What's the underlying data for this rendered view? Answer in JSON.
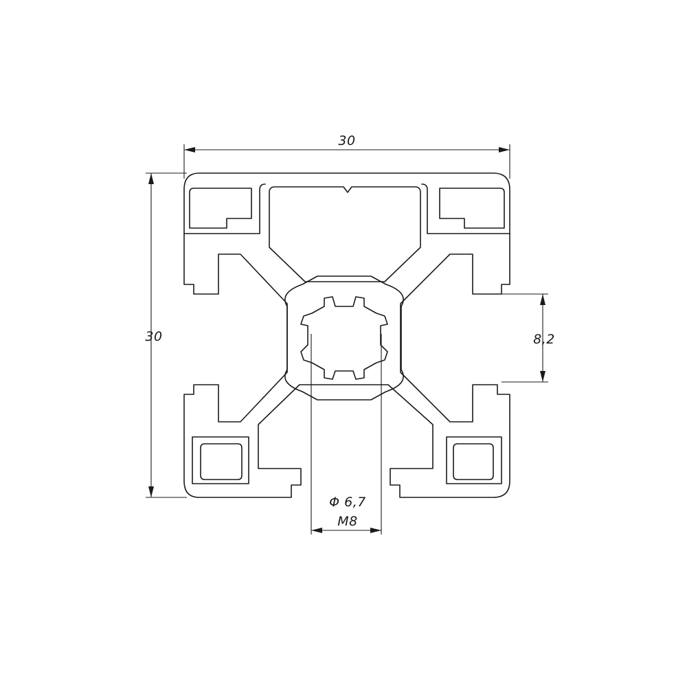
{
  "dimensions": {
    "width": "30",
    "height": "30",
    "slot_opening": "8,2",
    "bore_diameter": "Φ 6,7",
    "thread": "M8"
  }
}
